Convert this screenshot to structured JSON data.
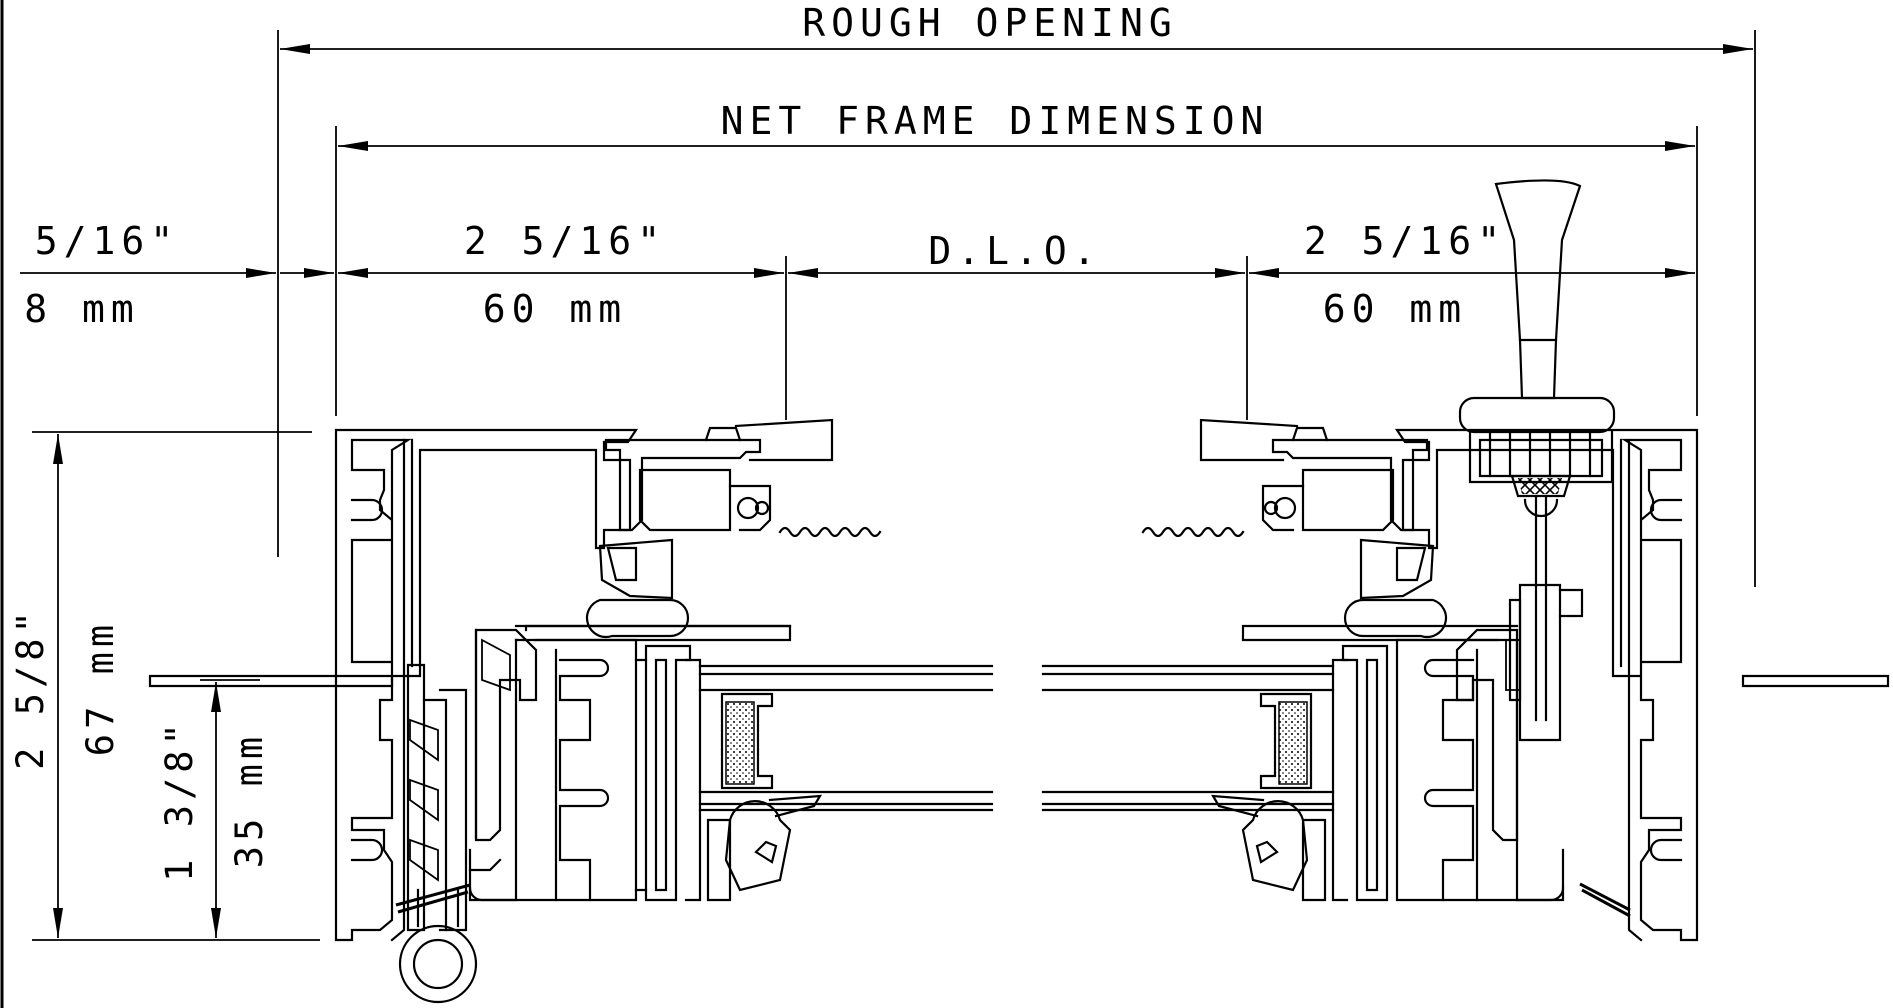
{
  "dimensions": {
    "rough_opening": "ROUGH OPENING",
    "net_frame": "NET FRAME DIMENSION",
    "dlo": "D.L.O.",
    "left_gap_in": "5/16\"",
    "left_gap_mm": "8 mm",
    "left_frame_in": "2 5/16\"",
    "left_frame_mm": "60 mm",
    "right_frame_in": "2 5/16\"",
    "right_frame_mm": "60 mm",
    "depth_in": "2 5/8\"",
    "depth_mm": "67 mm",
    "sash_in": "1 3/8\"",
    "sash_mm": "35 mm"
  }
}
